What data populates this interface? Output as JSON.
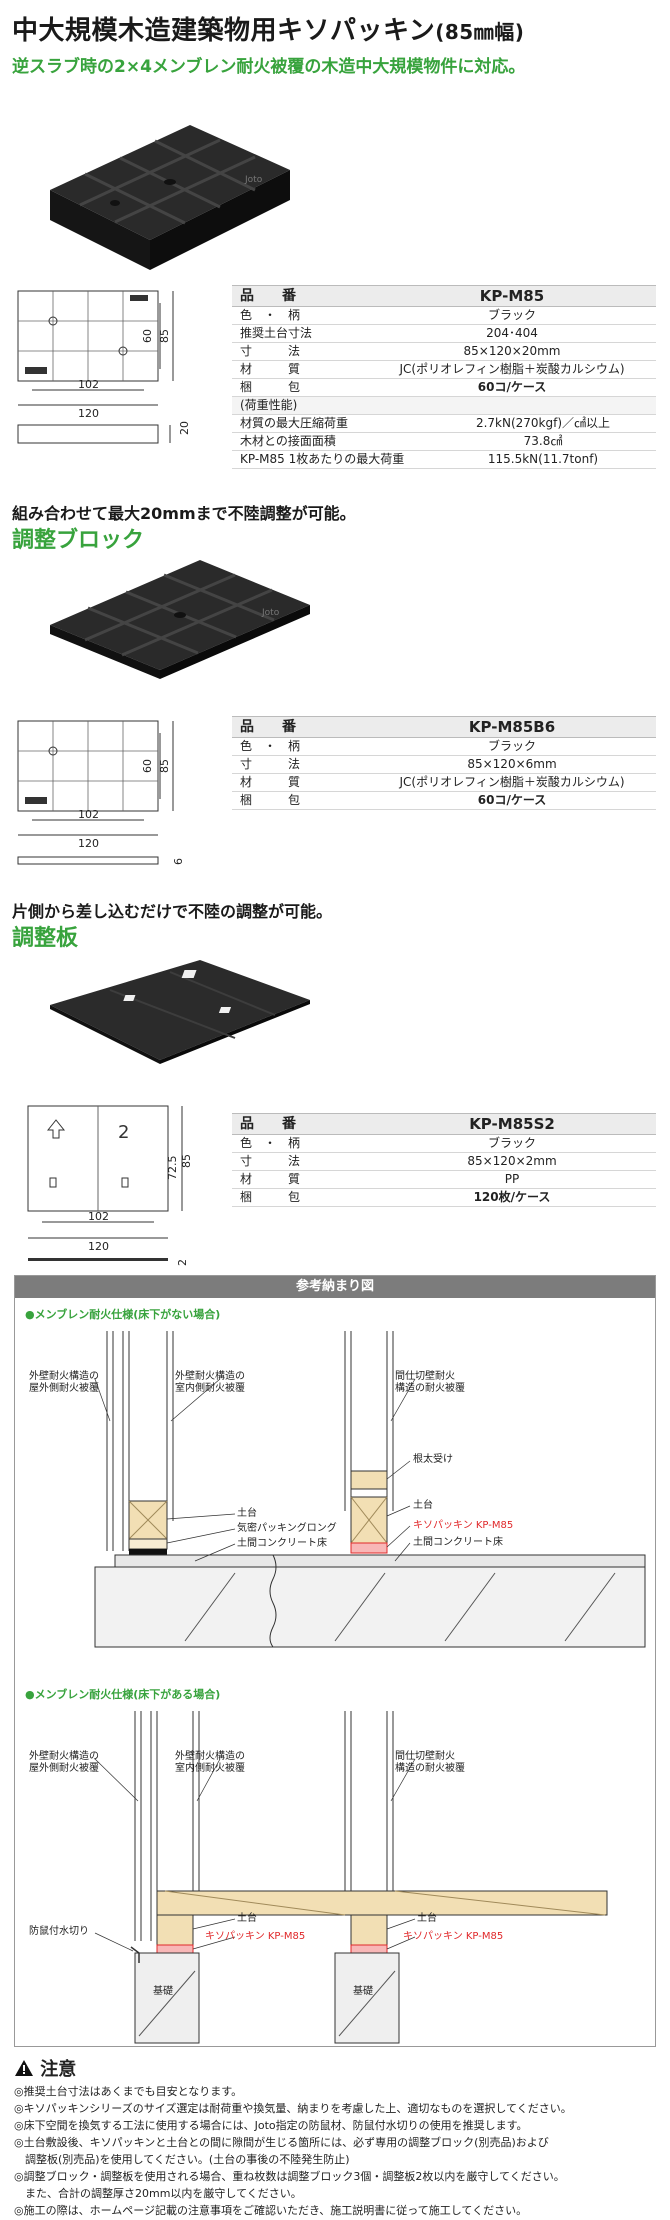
{
  "header": {
    "title": "中大規模木造建築物用キソパッキン",
    "title_suffix": "(85㎜幅)",
    "subtitle": "逆スラブ時の2×4メンブレン耐火被覆の木造中大規模物件に対応。"
  },
  "products": [
    {
      "dims": {
        "w1": "102",
        "w2": "120",
        "h1": "60",
        "h2": "85",
        "t": "20"
      },
      "spec": {
        "head_key": "品　　番",
        "model": "KP-M85",
        "rows": [
          {
            "k": "色　・　柄",
            "v": "ブラック"
          },
          {
            "k": "推奨土台寸法",
            "v": "204･404"
          },
          {
            "k": "寸　　　法",
            "v": "85×120×20mm"
          },
          {
            "k": "材　　　質",
            "v": "JC(ポリオレフィン樹脂＋炭酸カルシウム)"
          },
          {
            "k": "梱　　　包",
            "v": "60コ/ケース"
          }
        ],
        "perf_title": "(荷重性能)",
        "perf_rows": [
          {
            "k": "材質の最大圧縮荷重",
            "v": "2.7kN(270kgf)／㎠以上"
          },
          {
            "k": "木材との接面面積",
            "v": "73.8㎠"
          },
          {
            "k": "KP-M85 1枚あたりの最大荷重",
            "v": "115.5kN(11.7tonf)"
          }
        ]
      }
    },
    {
      "lead": "組み合わせて最大20mmまで不陸調整が可能。",
      "name": "調整ブロック",
      "dims": {
        "w1": "102",
        "w2": "120",
        "h1": "60",
        "h2": "85",
        "t": "6"
      },
      "spec": {
        "head_key": "品　　番",
        "model": "KP-M85B6",
        "rows": [
          {
            "k": "色　・　柄",
            "v": "ブラック"
          },
          {
            "k": "寸　　　法",
            "v": "85×120×6mm"
          },
          {
            "k": "材　　　質",
            "v": "JC(ポリオレフィン樹脂＋炭酸カルシウム)"
          },
          {
            "k": "梱　　　包",
            "v": "60コ/ケース"
          }
        ]
      }
    },
    {
      "lead": "片側から差し込むだけで不陸の調整が可能。",
      "name": "調整板",
      "dims": {
        "w1": "102",
        "w2": "120",
        "h1": "72.5",
        "h2": "85",
        "t": "2"
      },
      "spec": {
        "head_key": "品　　番",
        "model": "KP-M85S2",
        "rows": [
          {
            "k": "色　・　柄",
            "v": "ブラック"
          },
          {
            "k": "寸　　　法",
            "v": "85×120×2mm"
          },
          {
            "k": "材　　　質",
            "v": "PP"
          },
          {
            "k": "梱　　　包",
            "v": "120枚/ケース"
          }
        ]
      }
    }
  ],
  "diagram": {
    "title": "参考納まり図",
    "case1": {
      "caption": "●メンブレン耐火仕様(床下がない場合)",
      "labels": {
        "ext_out": "外壁耐火構造の\n屋外側耐火被覆",
        "ext_in": "外壁耐火構造の\n室内側耐火被覆",
        "partition": "間仕切壁耐火\n構造の耐火被覆",
        "nedai": "根太受け",
        "dodai_l": "土台",
        "dodai_r": "土台",
        "airtight": "気密パッキングロング",
        "concrete_l": "土間コンクリート床",
        "kp": "キソパッキン KP-M85",
        "concrete_r": "土間コンクリート床"
      }
    },
    "case2": {
      "caption": "●メンブレン耐火仕様(床下がある場合)",
      "labels": {
        "ext_out": "外壁耐火構造の\n屋外側耐火被覆",
        "ext_in": "外壁耐火構造の\n室内側耐火被覆",
        "partition": "間仕切壁耐火\n構造の耐火被覆",
        "drip": "防鼠付水切り",
        "dodai_l": "土台",
        "dodai_r": "土台",
        "kp_l": "キソパッキン KP-M85",
        "kp_r": "キソパッキン KP-M85",
        "kiso_l": "基礎",
        "kiso_r": "基礎"
      }
    }
  },
  "cautions": {
    "title": "注意",
    "items": [
      "◎推奨土台寸法はあくまでも目安となります。",
      "◎キソパッキンシリーズのサイズ選定は耐荷重や換気量、納まりを考慮した上、適切なものを選択してください。",
      "◎床下空間を換気する工法に使用する場合には、Joto指定の防鼠材、防鼠付水切りの使用を推奨します。",
      "◎土台敷設後、キソパッキンと土台との間に隙間が生じる箇所には、必ず専用の調整ブロック(別売品)および",
      "　調整板(別売品)を使用してください。(土台の事後の不陸発生防止)",
      "◎調整ブロック・調整板を使用される場合、重ね枚数は調整ブロック3個・調整板2枚以内を厳守してください。",
      "　また、合計の調整厚さ20mm以内を厳守してください。",
      "◎施工の際は、ホームページ記載の注意事項をご確認いただき、施工説明書に従って施工してください。"
    ]
  }
}
